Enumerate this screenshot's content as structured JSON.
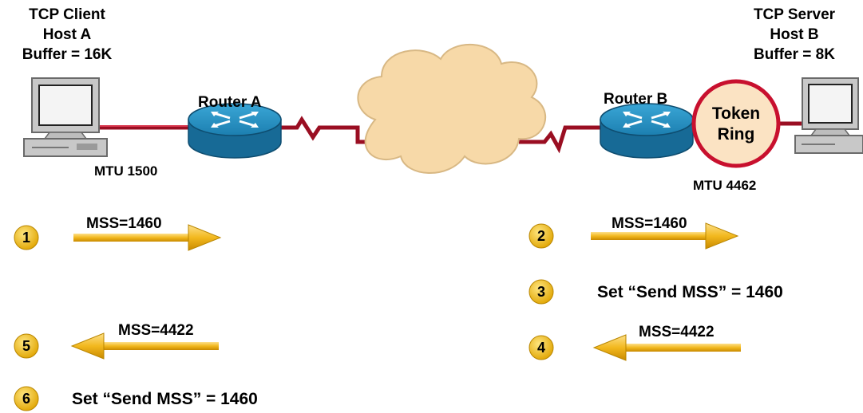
{
  "host_a": {
    "line1": "TCP Client",
    "line2": "Host A",
    "line3": "Buffer = 16K"
  },
  "host_b": {
    "line1": "TCP Server",
    "line2": "Host B",
    "line3": "Buffer = 8K"
  },
  "router_a": "Router A",
  "router_b": "Router B",
  "token_ring": {
    "line1": "Token",
    "line2": "Ring"
  },
  "mtu_a": "MTU 1500",
  "mtu_b": "MTU 4462",
  "steps": [
    {
      "num": "1",
      "arrow_label": "MSS=1460",
      "direction": "right"
    },
    {
      "num": "2",
      "arrow_label": "MSS=1460",
      "direction": "right"
    },
    {
      "num": "3",
      "text": "Set “Send MSS” = 1460"
    },
    {
      "num": "4",
      "arrow_label": "MSS=4422",
      "direction": "left"
    },
    {
      "num": "5",
      "arrow_label": "MSS=4422",
      "direction": "left"
    },
    {
      "num": "6",
      "text": "Set “Send MSS” = 1460"
    }
  ],
  "colors": {
    "link": "#c8102e",
    "router": "#1e86b8",
    "cloud": "#f7d9a8",
    "arrow": "#f2b81e",
    "badge": "#f2b81e",
    "token_ring_border": "#c8102e",
    "token_ring_fill": "#fbe3c3"
  }
}
